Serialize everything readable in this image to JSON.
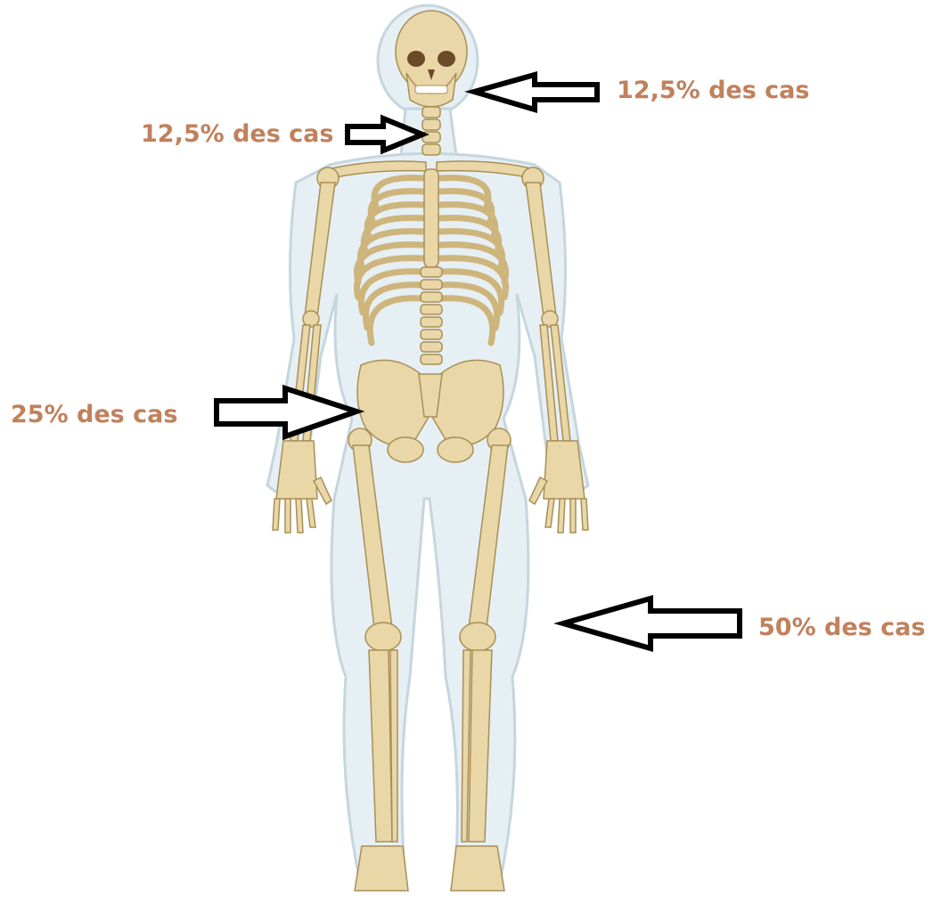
{
  "colors": {
    "label": "#c0815c",
    "bone": "#e9d7a8",
    "bone_stroke": "#a98f55",
    "bone_shade": "#cdb57c",
    "body": "#e2edf3",
    "body_stroke": "#bccfd9",
    "arrow_fill": "#ffffff",
    "arrow_stroke": "#000000",
    "background": "#ffffff"
  },
  "image": {
    "subject": "human-skeleton-front-view"
  },
  "annotations": [
    {
      "id": "head",
      "label": "12,5% des cas",
      "arrow": "left-arrow-icon"
    },
    {
      "id": "neck",
      "label": "12,5% des cas",
      "arrow": "right-arrow-icon"
    },
    {
      "id": "hip",
      "label": "25% des cas",
      "arrow": "right-arrow-icon"
    },
    {
      "id": "leg",
      "label": "50% des cas",
      "arrow": "left-arrow-icon"
    }
  ]
}
